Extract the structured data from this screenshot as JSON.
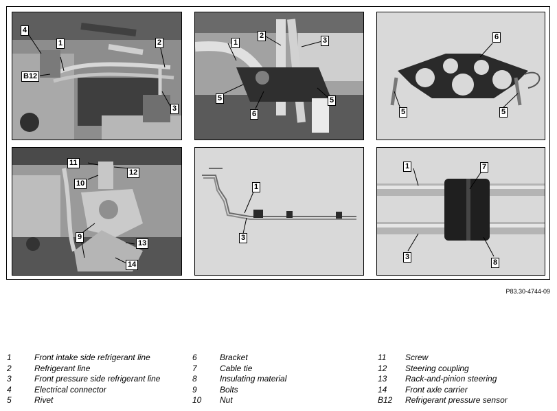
{
  "figure": {
    "code": "P83.30-4744-09",
    "panels": [
      {
        "id": "engine-bay",
        "callouts": [
          "4",
          "1",
          "B12",
          "2",
          "3"
        ]
      },
      {
        "id": "line-bracket-closeup",
        "callouts": [
          "1",
          "2",
          "3",
          "5",
          "6",
          "5"
        ]
      },
      {
        "id": "bracket-detail",
        "callouts": [
          "6",
          "5",
          "5"
        ]
      },
      {
        "id": "steering-rack",
        "callouts": [
          "11",
          "10",
          "12",
          "9",
          "13",
          "14"
        ]
      },
      {
        "id": "line-routing",
        "callouts": [
          "1",
          "3"
        ]
      },
      {
        "id": "cable-tie-detail",
        "callouts": [
          "1",
          "7",
          "3",
          "8"
        ]
      }
    ]
  },
  "legend": {
    "columns": [
      [
        {
          "num": "1",
          "label": "Front intake side refrigerant line"
        },
        {
          "num": "2",
          "label": "Refrigerant line"
        },
        {
          "num": "3",
          "label": "Front pressure side refrigerant line"
        },
        {
          "num": "4",
          "label": "Electrical connector"
        },
        {
          "num": "5",
          "label": "Rivet"
        }
      ],
      [
        {
          "num": "6",
          "label": "Bracket"
        },
        {
          "num": "7",
          "label": "Cable tie"
        },
        {
          "num": "8",
          "label": "Insulating material"
        },
        {
          "num": "9",
          "label": "Bolts"
        },
        {
          "num": "10",
          "label": "Nut"
        }
      ],
      [
        {
          "num": "11",
          "label": "Screw"
        },
        {
          "num": "12",
          "label": "Steering coupling"
        },
        {
          "num": "13",
          "label": "Rack-and-pinion steering"
        },
        {
          "num": "14",
          "label": "Front axle carrier"
        },
        {
          "num": "B12",
          "label": "Refrigerant pressure sensor"
        }
      ]
    ]
  }
}
